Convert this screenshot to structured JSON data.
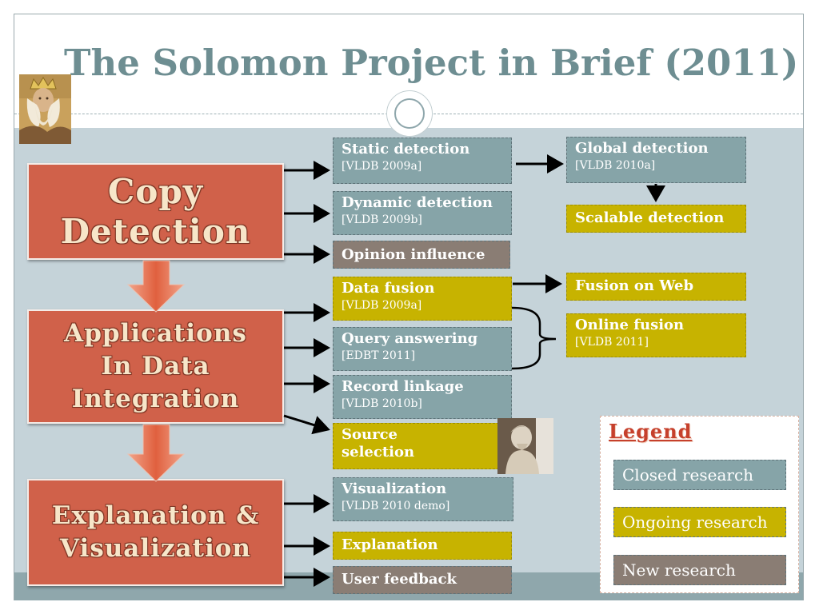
{
  "title": "The Solomon Project in Brief (2011)",
  "main_blocks": {
    "copy_detection": [
      "Copy",
      "Detection"
    ],
    "applications": [
      "Applications",
      "In Data",
      "Integration"
    ],
    "explanation": [
      "Explanation &",
      "Visualization"
    ]
  },
  "boxes": {
    "static_detection": {
      "title": "Static detection",
      "ref": "[VLDB 2009a]"
    },
    "dynamic_detection": {
      "title": "Dynamic detection",
      "ref": "[VLDB 2009b]"
    },
    "opinion_influence": {
      "title": "Opinion influence"
    },
    "global_detection": {
      "title": "Global detection",
      "ref": "[VLDB 2010a]"
    },
    "scalable_detection": {
      "title": "Scalable detection"
    },
    "data_fusion": {
      "title": "Data fusion",
      "ref": "[VLDB 2009a]"
    },
    "query_answering": {
      "title": "Query answering",
      "ref": "[EDBT 2011]"
    },
    "record_linkage": {
      "title": "Record linkage",
      "ref": "[VLDB 2010b]"
    },
    "source_selection": {
      "title_line1": "Source",
      "title_line2": "selection"
    },
    "fusion_on_web": {
      "title": "Fusion on Web"
    },
    "online_fusion": {
      "title": "Online fusion",
      "ref": "[VLDB 2011]"
    },
    "visualization": {
      "title": "Visualization",
      "ref": "[VLDB 2010 demo]"
    },
    "explanation": {
      "title": "Explanation"
    },
    "user_feedback": {
      "title": "User feedback"
    }
  },
  "legend": {
    "title": "Legend",
    "closed": "Closed research",
    "ongoing": "Ongoing research",
    "new": "New research"
  },
  "colors": {
    "closed": "#86a4a8",
    "ongoing": "#c7b300",
    "new": "#8a7d74",
    "main_block": "#d0614a",
    "title_text": "#6e8e92"
  }
}
